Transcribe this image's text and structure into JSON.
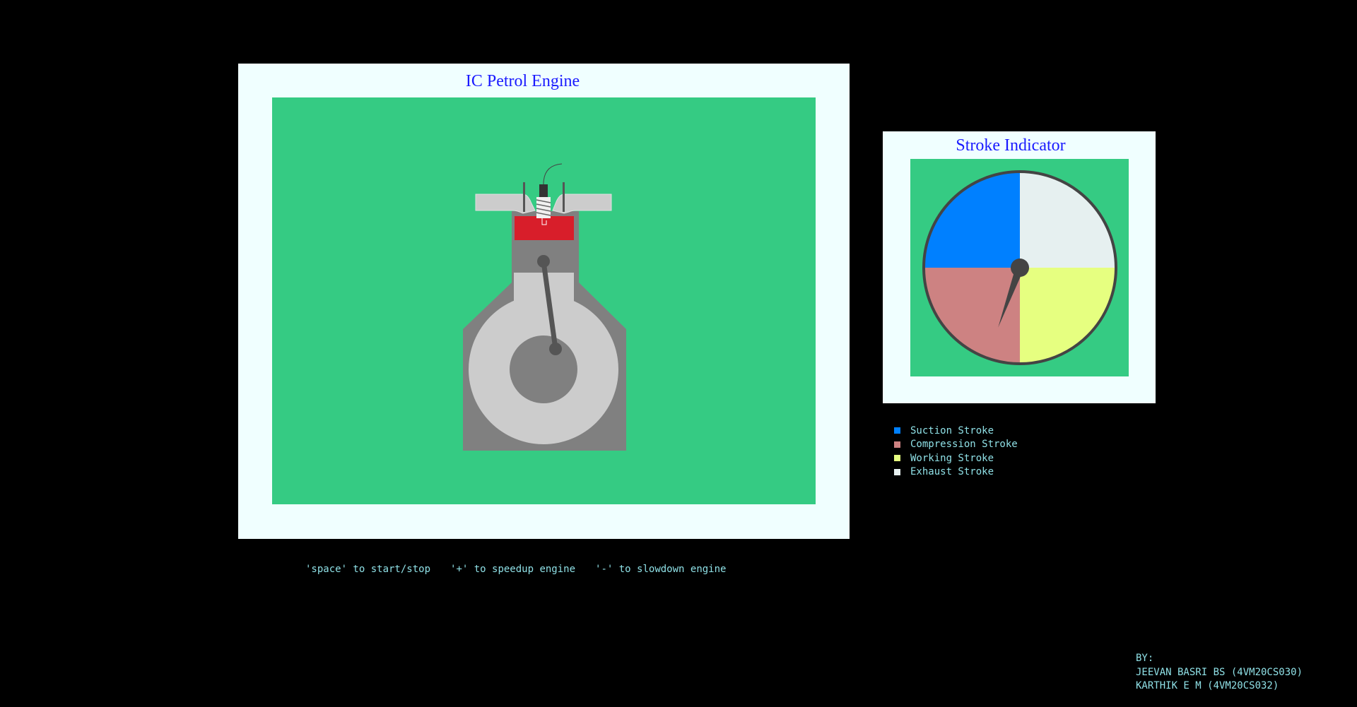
{
  "engine_panel": {
    "title": "IC Petrol Engine"
  },
  "stroke_panel": {
    "title": "Stroke Indicator",
    "current_stroke_needle_angle_deg": 200
  },
  "legend": [
    {
      "label": "Suction Stroke",
      "color": "#0080ff"
    },
    {
      "label": "Compression Stroke",
      "color": "#cd8282"
    },
    {
      "label": "Working Stroke",
      "color": "#e6ff80"
    },
    {
      "label": "Exhaust Stroke",
      "color": "#e6f0f0"
    }
  ],
  "controls": [
    "'space' to start/stop",
    "'+' to speedup engine",
    "'-' to slowdown engine"
  ],
  "credits": {
    "heading": "BY:",
    "author1": "JEEVAN BASRI BS (4VM20CS030)",
    "author2": "KARTHIK E M (4VM20CS032)"
  },
  "colors": {
    "background": "#000000",
    "panel": "#f0ffff",
    "scene": "#35cb83",
    "engine_block": "#808080",
    "crank_case": "#cccccc",
    "combustion": "#d81e2a",
    "text_cyan": "#8fe0e6",
    "title_blue": "#1a1aff"
  }
}
